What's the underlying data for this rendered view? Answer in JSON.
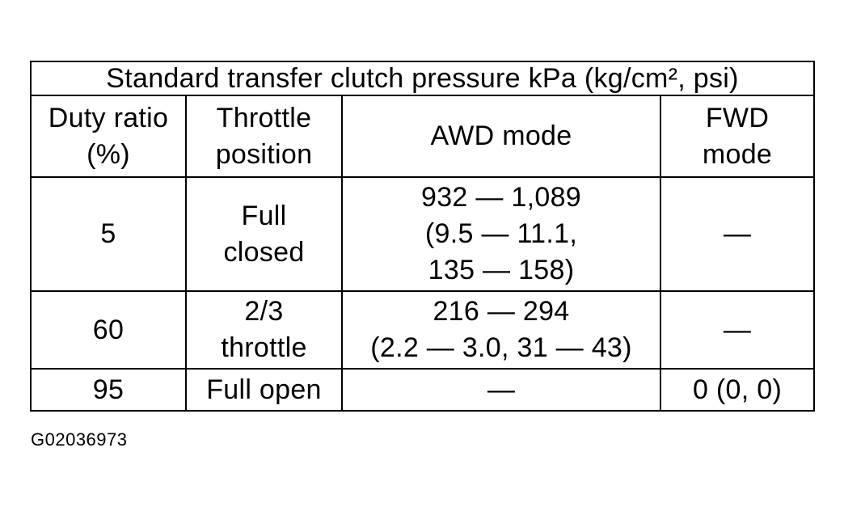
{
  "table": {
    "title": "Standard transfer clutch pressure kPa (kg/cm², psi)",
    "headers": {
      "duty_ratio": [
        "Duty ratio",
        "(%)"
      ],
      "throttle_position": [
        "Throttle",
        "position"
      ],
      "awd_mode": [
        "AWD mode"
      ],
      "fwd_mode": [
        "FWD",
        "mode"
      ]
    },
    "rows": [
      {
        "duty_ratio": "5",
        "throttle_position": [
          "Full",
          "closed"
        ],
        "awd_mode": [
          "932 — 1,089",
          "(9.5 — 11.1,",
          "135 — 158)"
        ],
        "fwd_mode": "—"
      },
      {
        "duty_ratio": "60",
        "throttle_position": [
          "2/3",
          "throttle"
        ],
        "awd_mode": [
          "216 — 294",
          "(2.2 — 3.0, 31 — 43)"
        ],
        "fwd_mode": "—"
      },
      {
        "duty_ratio": "95",
        "throttle_position": [
          "Full open"
        ],
        "awd_mode": [
          "—"
        ],
        "fwd_mode": "0 (0, 0)"
      }
    ]
  },
  "figure_id": "G02036973"
}
